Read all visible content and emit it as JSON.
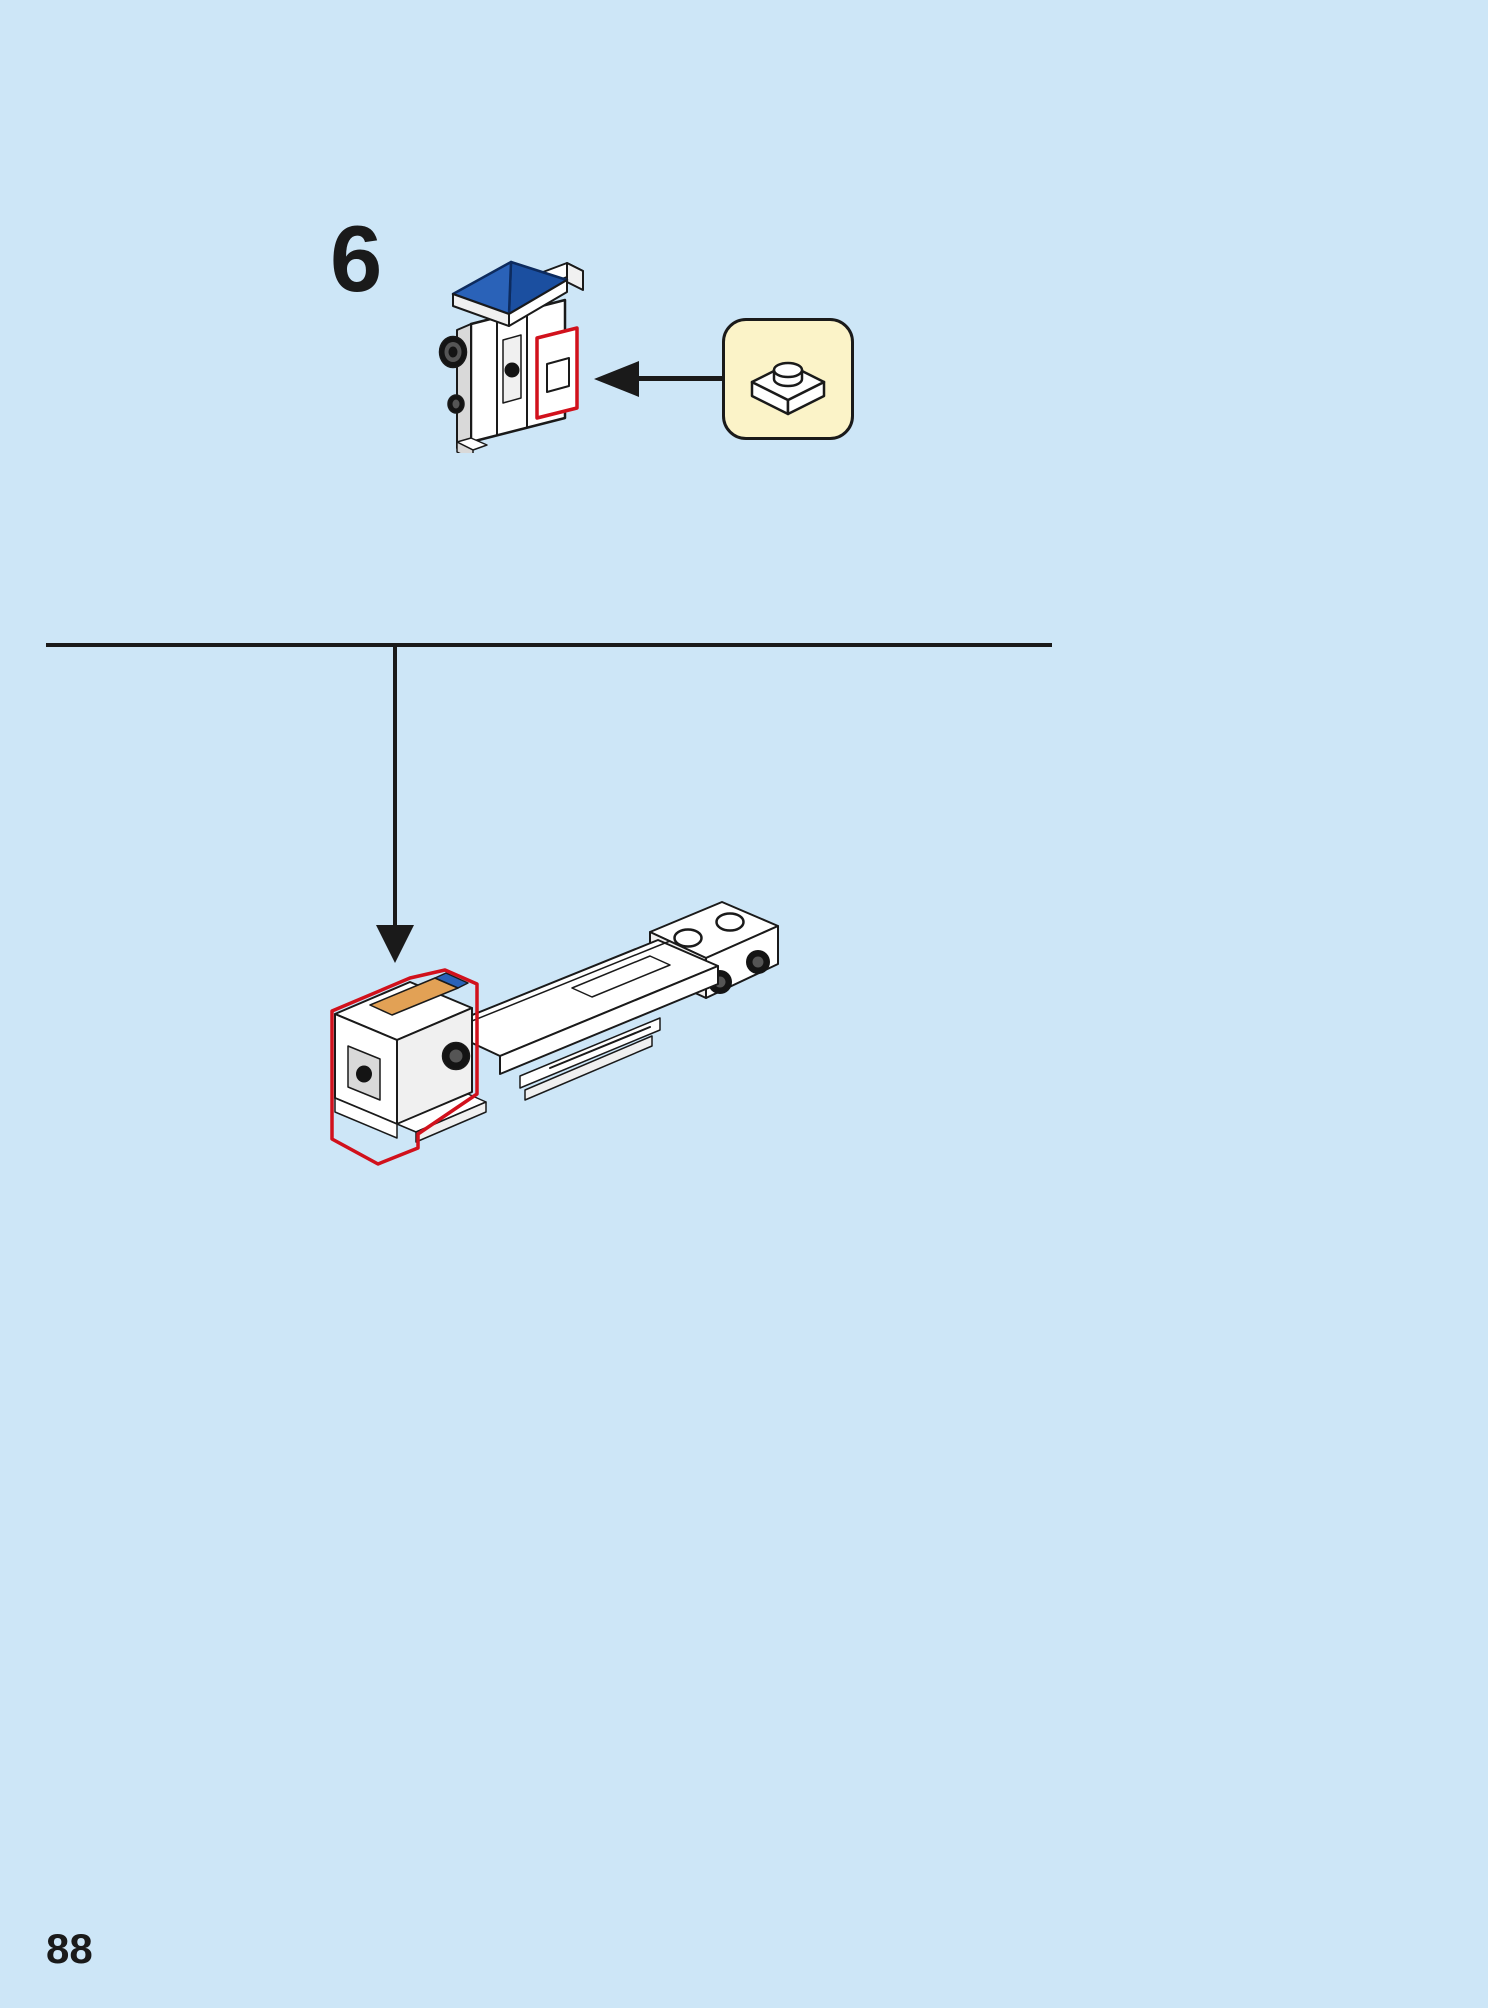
{
  "page": {
    "step_number": "6",
    "page_number": "88",
    "background": "#cde6f7"
  },
  "colors": {
    "ink": "#1a1a1a",
    "red_highlight": "#d1111c",
    "brick_blue": "#2a62b8",
    "brick_blue_dark": "#1b4fa0",
    "brick_orange": "#e2a155",
    "callout_bg": "#fbf3c8",
    "piece_white": "#ffffff",
    "piece_grey": "#d9d9d9",
    "page_bg": "#cde6f7"
  },
  "callout": {
    "part_name": "1x1-plate",
    "part_count": ""
  }
}
